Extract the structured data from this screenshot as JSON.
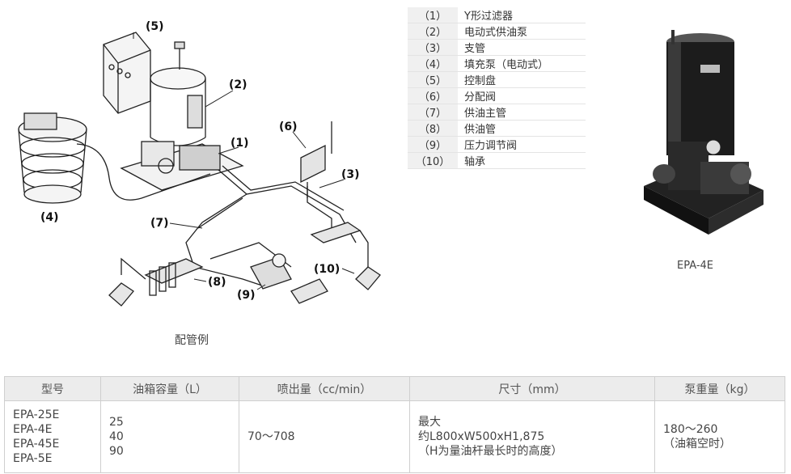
{
  "diagram": {
    "caption": "配管例",
    "labels": [
      "(1)",
      "(2)",
      "(3)",
      "(4)",
      "(5)",
      "(6)",
      "(7)",
      "(8)",
      "(9)",
      "(10)"
    ]
  },
  "legend": [
    {
      "num": "（1）",
      "name": "Y形过滤器"
    },
    {
      "num": "（2）",
      "name": "电动式供油泵"
    },
    {
      "num": "（3）",
      "name": "支管"
    },
    {
      "num": "（4）",
      "name": "填充泵（电动式）"
    },
    {
      "num": "（5）",
      "name": "控制盘"
    },
    {
      "num": "（6）",
      "name": "分配阀"
    },
    {
      "num": "（7）",
      "name": "供油主管"
    },
    {
      "num": "（8）",
      "name": "供油管"
    },
    {
      "num": "（9）",
      "name": "压力调节阀"
    },
    {
      "num": "（10）",
      "name": "轴承"
    }
  ],
  "photo": {
    "caption": "EPA-4E"
  },
  "spec_table": {
    "headers": [
      "型号",
      "油箱容量（L）",
      "喷出量（cc/min）",
      "尺寸（mm）",
      "泵重量（kg）"
    ],
    "row": {
      "model": [
        "EPA-25E",
        "EPA-4E",
        "EPA-45E",
        "EPA-5E"
      ],
      "capacity": [
        "25",
        "40",
        "90"
      ],
      "discharge": [
        "70～708"
      ],
      "size": [
        "最大",
        "约L800xW500xH1,875",
        "（H为量油杆最长时的高度）"
      ],
      "weight": [
        "180～260",
        "（油箱空时）"
      ]
    }
  }
}
